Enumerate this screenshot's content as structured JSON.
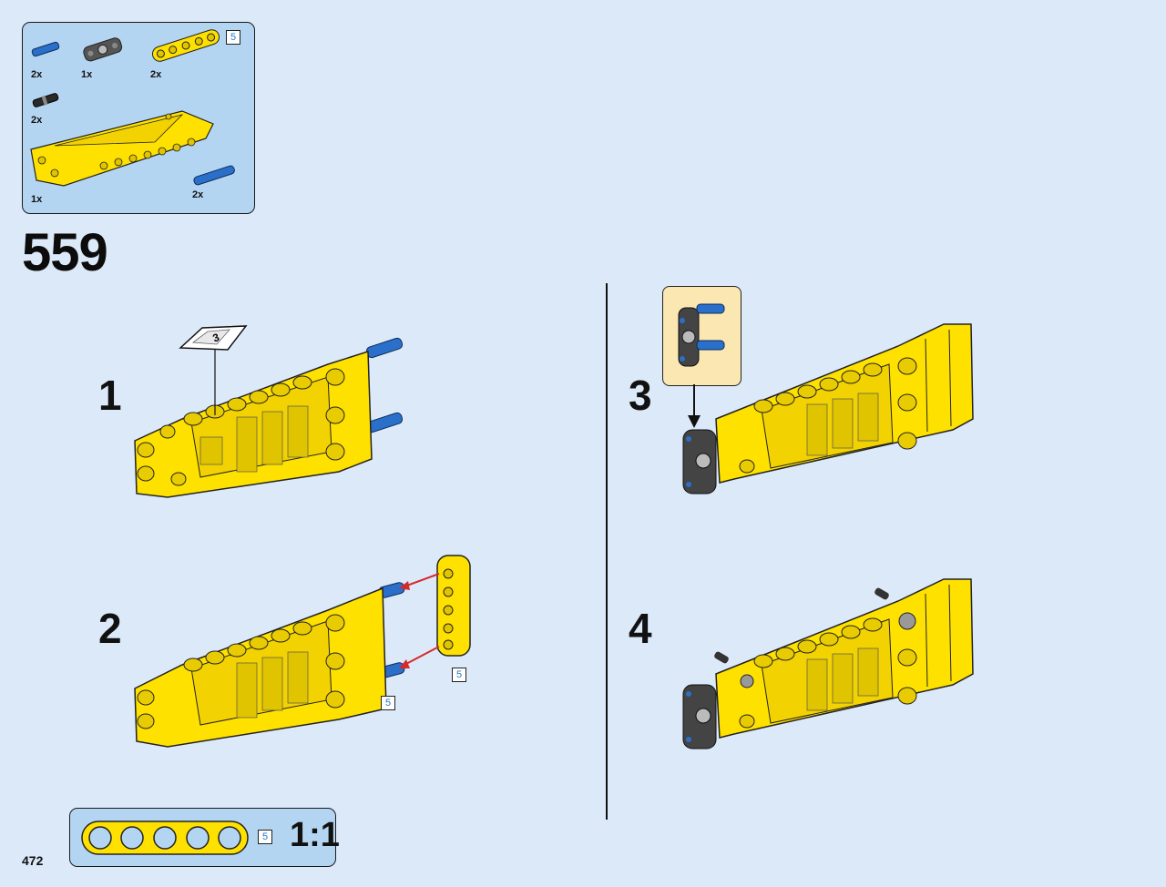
{
  "parts_list": {
    "items": [
      {
        "name": "blue-axle-pin",
        "qty": "2x"
      },
      {
        "name": "dark-gray-connector",
        "qty": "1x"
      },
      {
        "name": "yellow-beam-5",
        "qty": "2x",
        "length": "5"
      },
      {
        "name": "black-pin",
        "qty": "2x"
      },
      {
        "name": "yellow-panel",
        "qty": "1x"
      },
      {
        "name": "blue-long-pin",
        "qty": "2x"
      }
    ]
  },
  "step": {
    "number": "559",
    "substeps": [
      "1",
      "2",
      "3",
      "4"
    ],
    "sticker_label": "3",
    "length_labels": [
      "5",
      "5"
    ]
  },
  "scale_guide": {
    "length": "5",
    "ratio": "1:1"
  },
  "page": {
    "number": "472"
  },
  "colors": {
    "background": "#dce9f9",
    "parts_box": "#b4d5f1",
    "brick_yellow": "#ffe100",
    "axle_blue": "#2a6fc9",
    "callout_bg": "#fbe7b2",
    "arrow_red": "#d62a2a"
  }
}
